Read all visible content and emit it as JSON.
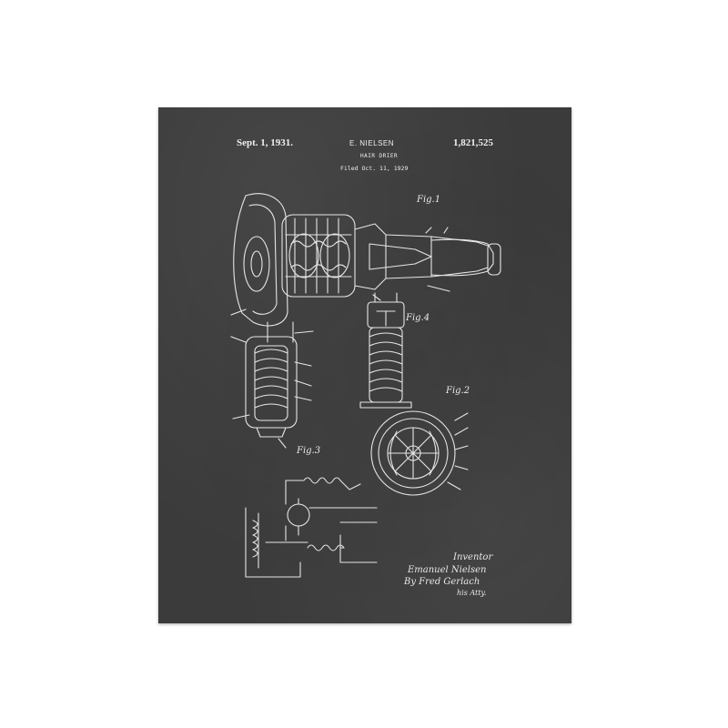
{
  "patent": {
    "date": "Sept. 1, 1931.",
    "inventor": "E. NIELSEN",
    "title": "HAIR DRIER",
    "filed": "Filed Oct. 11, 1929",
    "number": "1,821,525"
  },
  "figures": {
    "fig1": "Fig.1",
    "fig2": "Fig.2",
    "fig3": "Fig.3",
    "fig4": "Fig.4"
  },
  "signature": {
    "line1": "Inventor",
    "line2": "Emanuel Nielsen",
    "line3": "By Fred Gerlach",
    "line4": "his Atty."
  },
  "colors": {
    "board": "#3b3b3b",
    "chalk": "#ededed",
    "paper": "#ffffff"
  }
}
